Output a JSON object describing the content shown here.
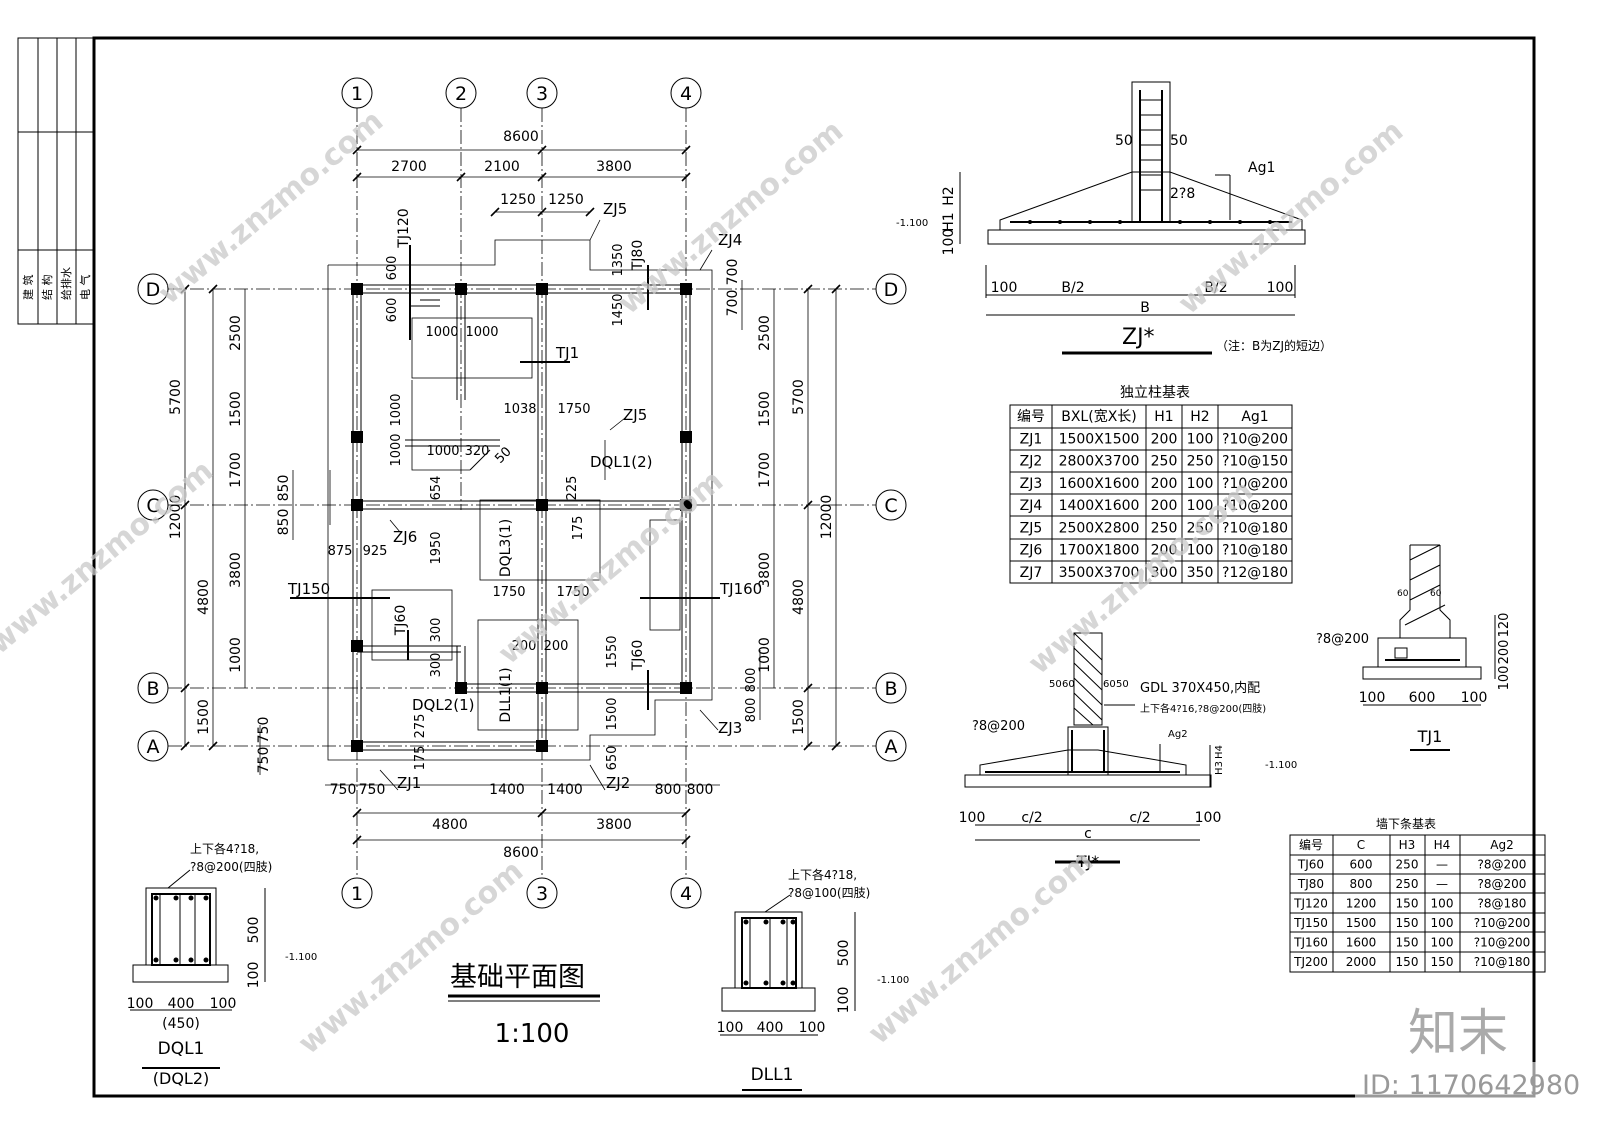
{
  "title_block": {
    "rows": [
      "建 筑",
      "结 构",
      "给排水",
      "电 气"
    ]
  },
  "axes": {
    "top": [
      "1",
      "2",
      "3",
      "4"
    ],
    "bottom": [
      "1",
      "3",
      "4"
    ],
    "left": [
      "D",
      "C",
      "B",
      "A"
    ],
    "right": [
      "D",
      "C",
      "B",
      "A"
    ]
  },
  "dims": {
    "top_total": "8600",
    "top_parts": [
      "2700",
      "2100",
      "3800"
    ],
    "top_sub": [
      "1250",
      "1250"
    ],
    "bottom_total": "8600",
    "bottom_parts": [
      "4800",
      "3800"
    ],
    "bottom_sub": [
      "750",
      "750",
      "1400",
      "1400",
      "800",
      "800"
    ],
    "left_outer": [
      "5700",
      "12000",
      "4800",
      "1500"
    ],
    "left_inner": [
      "2500",
      "1500",
      "1700",
      "3800",
      "1000"
    ],
    "left_small": [
      "850",
      "850",
      "750",
      "750"
    ],
    "right_outer": [
      "5700",
      "12000",
      "4800",
      "1500"
    ],
    "right_inner": [
      "2500",
      "1500",
      "1700",
      "3800",
      "1000"
    ],
    "right_small": [
      "700",
      "700"
    ],
    "inner": [
      "600",
      "600",
      "1350",
      "1450",
      "1000",
      "1000",
      "1038",
      "1750",
      "1000",
      "1000",
      "1000",
      "320",
      "50",
      "654",
      "225",
      "175",
      "875",
      "925",
      "1950",
      "1750",
      "1750",
      "300",
      "300",
      "200",
      "200",
      "1550",
      "800",
      "800",
      "1500",
      "275",
      "175",
      "650"
    ]
  },
  "labels": {
    "zj1": "ZJ1",
    "zj2": "ZJ2",
    "zj3": "ZJ3",
    "zj4": "ZJ4",
    "zj5a": "ZJ5",
    "zj5b": "ZJ5",
    "zj6": "ZJ6",
    "tj1": "TJ1",
    "tj60a": "TJ60",
    "tj60b": "TJ60",
    "tj80": "TJ80",
    "tj120": "TJ120",
    "tj150": "TJ150",
    "tj160": "TJ160",
    "dql1": "DQL1(2)",
    "dql2": "DQL2(1)",
    "dql3": "DQL3(1)",
    "dll1": "DLL1(1)"
  },
  "plan_title": {
    "name": "基础平面图",
    "scale": "1:100"
  },
  "zj_detail": {
    "title": "ZJ*",
    "note": "（注：B为ZJ的短边）",
    "labels": [
      "50",
      "50",
      "Ag1",
      "2?8",
      "-1.100",
      "H2",
      "H1",
      "100",
      "100",
      "B/2",
      "B/2",
      "100",
      "B"
    ]
  },
  "zj_table": {
    "title": "独立柱基表",
    "headers": [
      "编号",
      "BXL(宽X长)",
      "H1",
      "H2",
      "Ag1"
    ],
    "rows": [
      [
        "ZJ1",
        "1500X1500",
        "200",
        "100",
        "?10@200"
      ],
      [
        "ZJ2",
        "2800X3700",
        "250",
        "250",
        "?10@150"
      ],
      [
        "ZJ3",
        "1600X1600",
        "200",
        "100",
        "?10@200"
      ],
      [
        "ZJ4",
        "1400X1600",
        "200",
        "100",
        "?10@200"
      ],
      [
        "ZJ5",
        "2500X2800",
        "250",
        "250",
        "?10@180"
      ],
      [
        "ZJ6",
        "1700X1800",
        "200",
        "100",
        "?10@180"
      ],
      [
        "ZJ7",
        "3500X3700",
        "300",
        "350",
        "?12@180"
      ]
    ]
  },
  "tj_detail": {
    "title": "TJ*",
    "labels": [
      "50",
      "60",
      "60",
      "50",
      "GDL 370X450,内配",
      "上下各4?16,?8@200(四肢)",
      "?8@200",
      "Ag2",
      "-1.100",
      "H3",
      "H4",
      "100",
      "c/2",
      "c/2",
      "100",
      "c"
    ]
  },
  "tj1_detail": {
    "title": "TJ1",
    "labels": [
      "60",
      "60",
      "?8@200",
      "200",
      "120",
      "100",
      "100",
      "600",
      "100"
    ]
  },
  "tj_table": {
    "title": "墙下条基表",
    "headers": [
      "编号",
      "C",
      "H3",
      "H4",
      "Ag2"
    ],
    "rows": [
      [
        "TJ60",
        "600",
        "250",
        "—",
        "?8@200"
      ],
      [
        "TJ80",
        "800",
        "250",
        "—",
        "?8@200"
      ],
      [
        "TJ120",
        "1200",
        "150",
        "100",
        "?8@180"
      ],
      [
        "TJ150",
        "1500",
        "150",
        "100",
        "?10@200"
      ],
      [
        "TJ160",
        "1600",
        "150",
        "100",
        "?10@200"
      ],
      [
        "TJ200",
        "2000",
        "150",
        "150",
        "?10@180"
      ]
    ]
  },
  "dql_detail": {
    "title": "DQL1",
    "subtitle": "(DQL2)",
    "labels": [
      "上下各4?18,",
      "?8@200(四肢)",
      "500",
      "100",
      "-1.100",
      "100",
      "400",
      "100",
      "(450)"
    ]
  },
  "dll_detail": {
    "title": "DLL1",
    "labels": [
      "上下各4?18,",
      "?8@100(四肢)",
      "500",
      "100",
      "-1.100",
      "100",
      "400",
      "100"
    ]
  },
  "watermark": {
    "logo": "知末",
    "id": "ID: 1170642980",
    "site": "www.znzmo.com"
  }
}
